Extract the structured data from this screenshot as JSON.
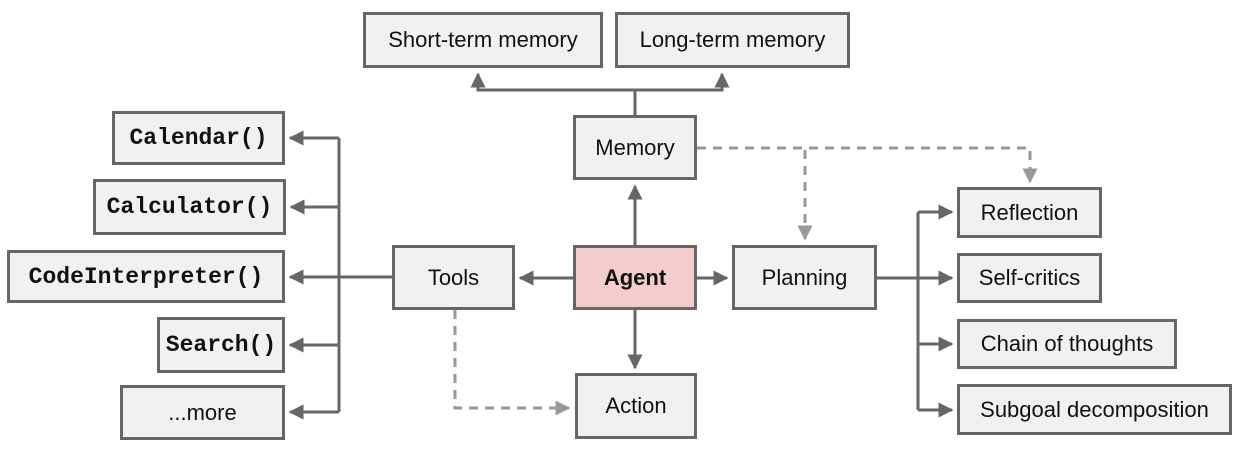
{
  "diagram": {
    "nodes": {
      "short_term_memory": {
        "label": "Short-term memory"
      },
      "long_term_memory": {
        "label": "Long-term memory"
      },
      "memory": {
        "label": "Memory"
      },
      "agent": {
        "label": "Agent"
      },
      "tools": {
        "label": "Tools"
      },
      "planning": {
        "label": "Planning"
      },
      "action": {
        "label": "Action"
      },
      "calendar": {
        "label": "Calendar()"
      },
      "calculator": {
        "label": "Calculator()"
      },
      "code_interpreter": {
        "label": "CodeInterpreter()"
      },
      "search": {
        "label": "Search()"
      },
      "more": {
        "label": "...more"
      },
      "reflection": {
        "label": "Reflection"
      },
      "self_critics": {
        "label": "Self-critics"
      },
      "chain_of_thoughts": {
        "label": "Chain of thoughts"
      },
      "subgoal_decomposition": {
        "label": "Subgoal decomposition"
      }
    },
    "edges": [
      {
        "from": "memory",
        "to": "short_term_memory",
        "style": "solid"
      },
      {
        "from": "memory",
        "to": "long_term_memory",
        "style": "solid"
      },
      {
        "from": "agent",
        "to": "memory",
        "style": "solid"
      },
      {
        "from": "agent",
        "to": "tools",
        "style": "solid"
      },
      {
        "from": "agent",
        "to": "planning",
        "style": "solid"
      },
      {
        "from": "agent",
        "to": "action",
        "style": "solid"
      },
      {
        "from": "tools",
        "to": "calendar",
        "style": "solid"
      },
      {
        "from": "tools",
        "to": "calculator",
        "style": "solid"
      },
      {
        "from": "tools",
        "to": "code_interpreter",
        "style": "solid"
      },
      {
        "from": "tools",
        "to": "search",
        "style": "solid"
      },
      {
        "from": "tools",
        "to": "more",
        "style": "solid"
      },
      {
        "from": "planning",
        "to": "reflection",
        "style": "solid"
      },
      {
        "from": "planning",
        "to": "self_critics",
        "style": "solid"
      },
      {
        "from": "planning",
        "to": "chain_of_thoughts",
        "style": "solid"
      },
      {
        "from": "planning",
        "to": "subgoal_decomposition",
        "style": "solid"
      },
      {
        "from": "memory",
        "to": "planning",
        "style": "dashed"
      },
      {
        "from": "memory",
        "to": "reflection",
        "style": "dashed"
      },
      {
        "from": "tools",
        "to": "action",
        "style": "dashed"
      }
    ],
    "colors": {
      "agent_fill": "#f4cccc",
      "node_fill": "#f1f1f1",
      "node_border": "#666666",
      "solid_line": "#666666",
      "dashed_line": "#999999",
      "text": "#111111"
    }
  }
}
